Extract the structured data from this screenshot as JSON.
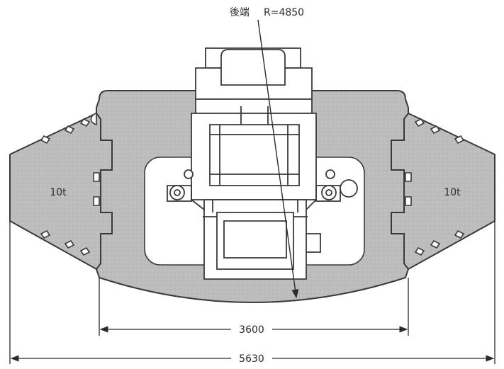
{
  "callout": {
    "label": "後端",
    "value": "R=4850"
  },
  "weights": {
    "left": "10t",
    "right": "10t"
  },
  "dimensions": {
    "inner": "3600",
    "outer": "5630"
  },
  "colors": {
    "counterweight_fill": "#bdbdbd",
    "line": "#2b2b2b",
    "background": "#ffffff"
  }
}
